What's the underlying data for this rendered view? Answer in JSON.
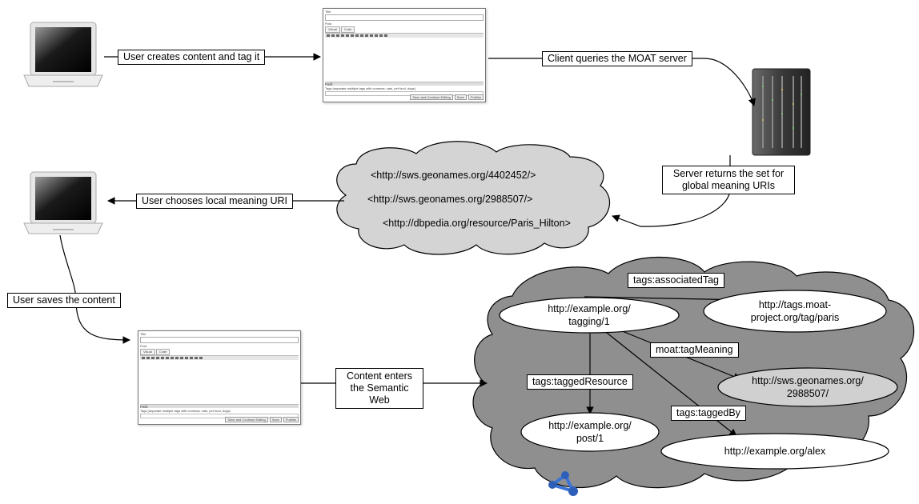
{
  "labels": {
    "user_creates": "User creates content and tag it",
    "client_queries": "Client queries the MOAT server",
    "server_returns": "Server returns the set for global meaning URIs",
    "user_chooses": "User chooses local meaning URI",
    "user_saves": "User saves the content",
    "content_enters": "Content enters the Semantic Web"
  },
  "meaning_uris": [
    "<http://sws.geonames.org/4402452/>",
    "<http://sws.geonames.org/2988507/>",
    "<http://dbpedia.org/resource/Paris_Hilton>"
  ],
  "graph": {
    "nodes": {
      "tagging": "http://example.org/ tagging/1",
      "tag": "http://tags.moat- project.org/tag/paris",
      "geonames": "http://sws.geonames.org/ 2988507/",
      "post": "http://example.org/ post/1",
      "alex": "http://example.org/alex"
    },
    "edges": {
      "associatedTag": "tags:associatedTag",
      "tagMeaning": "moat:tagMeaning",
      "taggedResource": "tags:taggedResource",
      "taggedBy": "tags:taggedBy"
    }
  },
  "editor": {
    "title_label": "Title",
    "post_label": "Post",
    "tab_visual": "Visual",
    "tab_code": "Code",
    "path_label": "Path:",
    "tags_hint": "Tags (separate multiple tags with commas: cats, pet food, dogs)",
    "btn_save_continue": "Save and Continue Editing",
    "btn_save": "Save",
    "btn_publish": "Publish"
  },
  "colors": {
    "cloud_light": "#d4d4d4",
    "cloud_dark": "#8f8f8f",
    "node_fill": "#ffffff",
    "node_gray": "#d0d0d0",
    "server": "#3a3a3a",
    "logo_blue": "#3b74d6"
  }
}
